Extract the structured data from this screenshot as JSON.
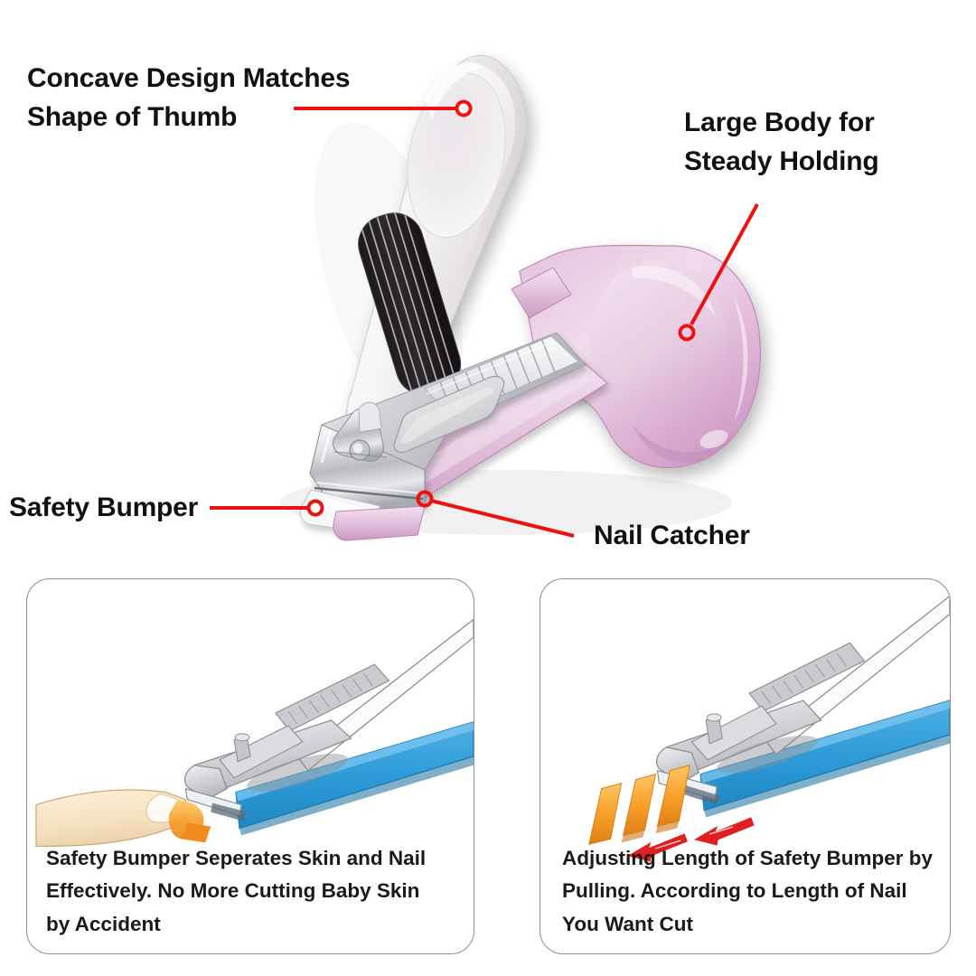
{
  "page": {
    "background": "#ffffff",
    "accent_red": "#ee1111",
    "product": "baby nail clipper"
  },
  "callouts": [
    {
      "id": "concave",
      "text": "Concave Design Matches\nShape of Thumb",
      "leader": "horizontal-line-with-circle",
      "points_to": "thumb-rest-depression"
    },
    {
      "id": "large_body",
      "text": "Large Body for\nSteady Holding",
      "leader": "diagonal-line-with-circle",
      "points_to": "pink-handle-body"
    },
    {
      "id": "safety_bumper",
      "text": "Safety Bumper",
      "leader": "horizontal-line-with-circle",
      "points_to": "white-bumper-at-blade"
    },
    {
      "id": "nail_catcher",
      "text": "Nail Catcher",
      "leader": "diagonal-line-with-circle",
      "points_to": "pink-catcher-tray"
    }
  ],
  "panels": [
    {
      "id": "left",
      "caption": "Safety Bumper Seperates Skin and Nail\nEffectively. No More Cutting Baby Skin\n by Accident",
      "illustration": "clipper-cutting-nail-with-finger"
    },
    {
      "id": "right",
      "caption": "Adjusting Length of Safety Bumper by\nPulling. According to Length of Nail\nYou Want Cut",
      "illustration": "clipper-with-adjustable-bumper-arrows"
    }
  ],
  "colors": {
    "pink_light": "#efd6ea",
    "pink_mid": "#dfb0d6",
    "pink_dark": "#c792bd",
    "white_body": "#f6f4f5",
    "chrome": "#d9dadd",
    "grip_black": "#241f22",
    "illustration_blue": "#2e9bd8",
    "illustration_grey": "#c9cacc",
    "illustration_orange": "#f5a02a",
    "skin": "#f6e0c0",
    "panel_border": "#8d8d8d",
    "text": "#111111"
  }
}
